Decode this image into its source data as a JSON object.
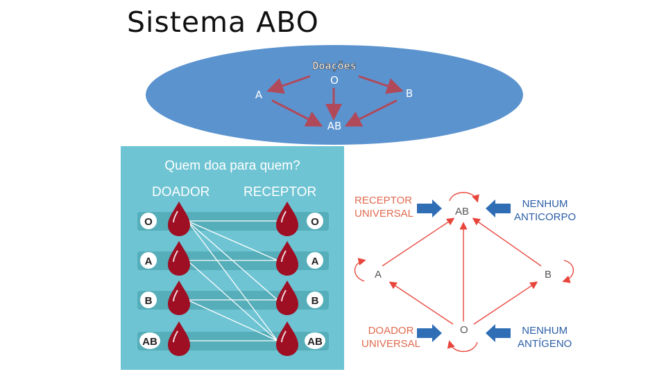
{
  "slide": {
    "title": "Sistema ABO"
  },
  "oval": {
    "heading": "Doações",
    "node_o": "O",
    "node_a": "A",
    "node_b": "B",
    "node_ab": "AB",
    "fill_color": "#5b93cf",
    "arrow_color": "#b04a5a"
  },
  "panel": {
    "title": "Quem doa para quem?",
    "donor_header": "DOADOR",
    "receptor_header": "RECEPTOR",
    "donors": [
      "O",
      "A",
      "B",
      "AB"
    ],
    "receptors": [
      "O",
      "A",
      "B",
      "AB"
    ],
    "background_color": "#6ec4d3",
    "drop_color": "#9e0f24"
  },
  "diagram": {
    "receptor_universal": [
      "RECEPTOR",
      "UNIVERSAL"
    ],
    "doador_universal": [
      "DOADOR",
      "UNIVERSAL"
    ],
    "nenhum_anticorpo": [
      "NENHUM",
      "ANTICORPO"
    ],
    "nenhum_antigeno": [
      "NENHUM",
      "ANTÍGENO"
    ],
    "node_ab": "AB",
    "node_a": "A",
    "node_b": "B",
    "node_o": "O",
    "red_color": "#e8463c",
    "blue_color": "#2f6db5",
    "label_red": "#e06a4f",
    "label_blue": "#2b5ea7"
  }
}
